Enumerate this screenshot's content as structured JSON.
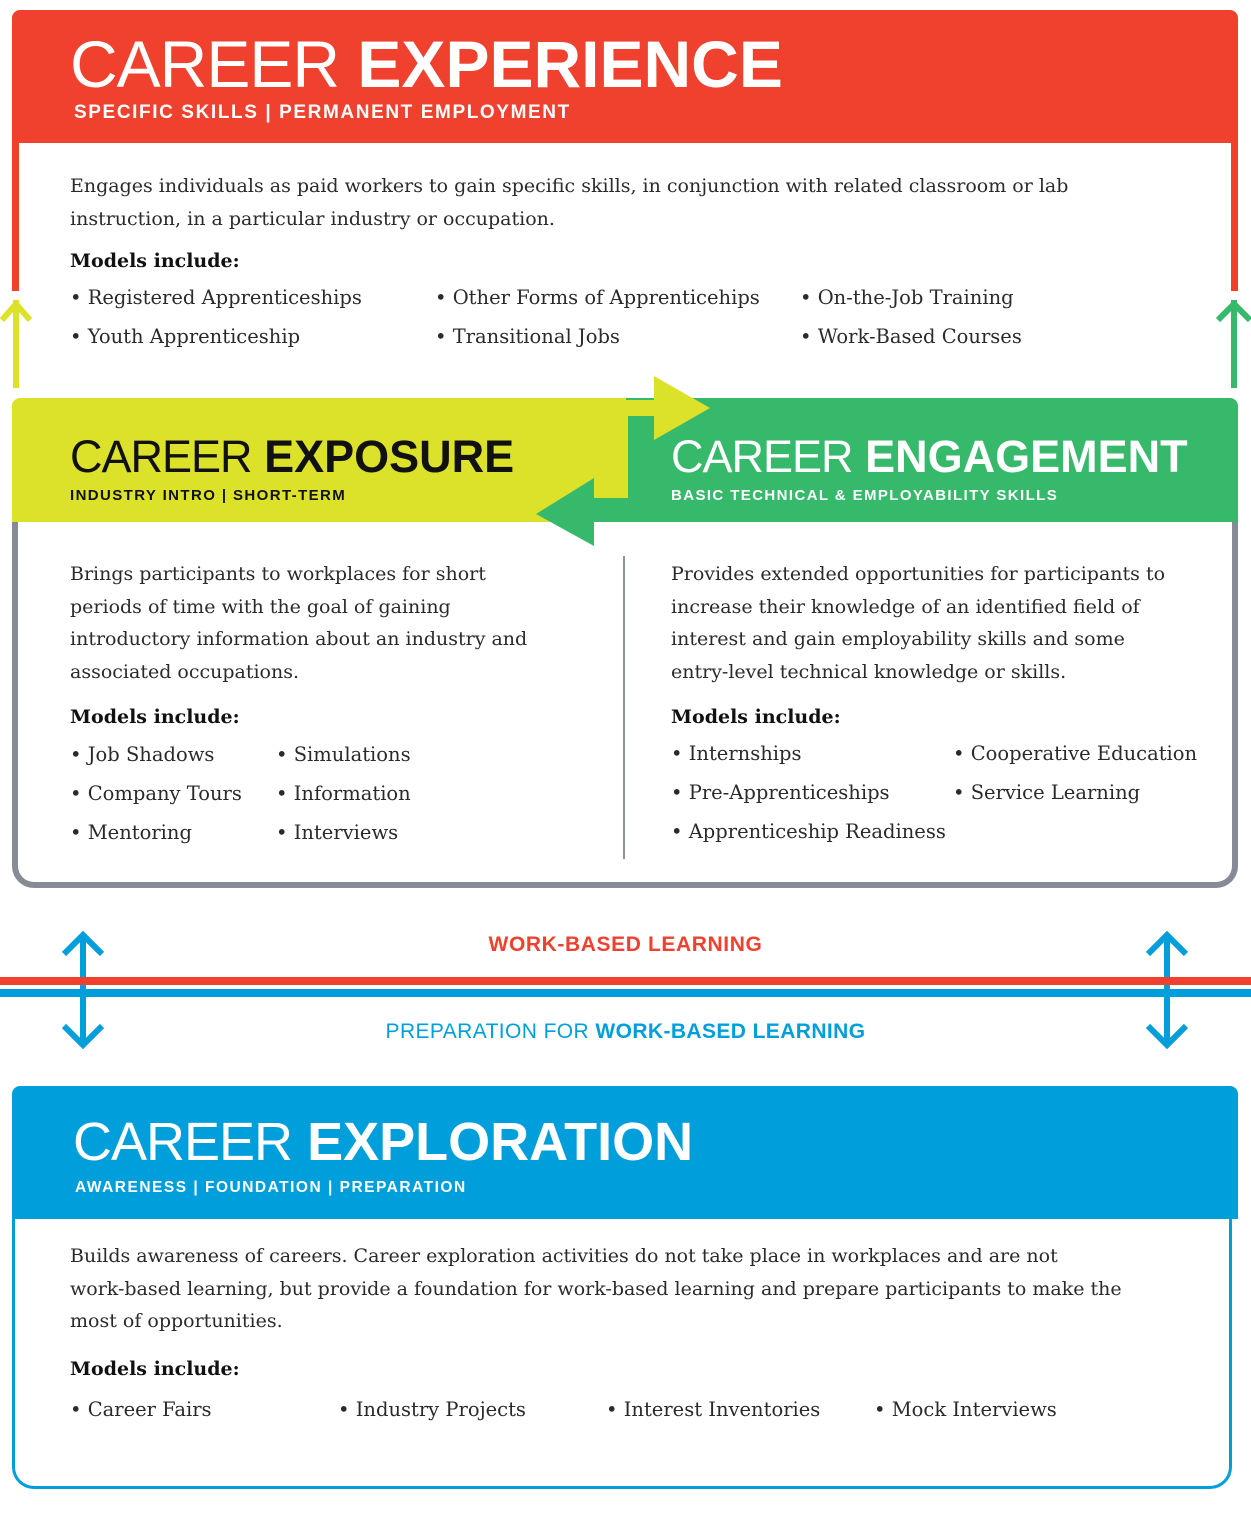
{
  "colors": {
    "experience": "#ef412e",
    "exposure": "#dce22a",
    "engagement": "#37b96b",
    "exploration": "#009fdb",
    "frame": "#858c95"
  },
  "experience": {
    "title_light": "CAREER",
    "title_bold": "EXPERIENCE",
    "subtitle": "SPECIFIC SKILLS  |  PERMANENT  EMPLOYMENT",
    "description_line1": "Engages individuals as paid workers to gain specific skills, in conjunction with related classroom or lab",
    "description_line2": "instruction, in a particular industry or occupation.",
    "models_heading": "Models include:",
    "models": [
      "• Registered Apprenticeships",
      "• Other Forms of Apprenticehips",
      "• On-the-Job Training",
      "• Youth Apprenticeship",
      "• Transitional Jobs",
      "• Work-Based Courses"
    ]
  },
  "exposure": {
    "title_light": "CAREER",
    "title_bold": "EXPOSURE",
    "subtitle": "INDUSTRY INTRO  |  SHORT-TERM",
    "description_lines": [
      "Brings participants to workplaces for short",
      "periods of time with the goal of gaining",
      "introductory information about an industry and",
      "associated occupations."
    ],
    "models_heading": "Models include:",
    "models": [
      "• Job Shadows",
      "• Simulations",
      "• Company Tours",
      "• Information",
      "• Mentoring",
      "• Interviews"
    ]
  },
  "engagement": {
    "title_light": "CAREER",
    "title_bold": "ENGAGEMENT",
    "subtitle": "BASIC TECHNICAL & EMPLOYABILITY SKILLS",
    "description_lines": [
      "Provides extended opportunities for participants to",
      "increase their knowledge of an identified field of",
      "interest and gain employability skills and some",
      "entry-level technical knowledge or skills."
    ],
    "models_heading": "Models include:",
    "models": [
      "• Internships",
      "• Cooperative Education",
      "• Pre-Apprenticeships",
      "• Service Learning",
      "• Apprenticeship Readiness"
    ]
  },
  "divider": {
    "work_based": "WORK-BASED LEARNING",
    "prep_light": "PREPARATION FOR",
    "prep_bold": "WORK-BASED LEARNING"
  },
  "exploration": {
    "title_light": "CAREER",
    "title_bold": "EXPLORATION",
    "subtitle": "AWARENESS  |  FOUNDATION  |  PREPARATION",
    "description_lines": [
      "Builds awareness of careers. Career exploration activities do not take place in workplaces and are not",
      "work-based learning, but provide a foundation for work-based learning and prepare participants to make the",
      "most of opportunities."
    ],
    "models_heading": "Models include:",
    "models": [
      "• Career Fairs",
      "• Industry Projects",
      "• Interest Inventories",
      "• Mock Interviews"
    ]
  }
}
